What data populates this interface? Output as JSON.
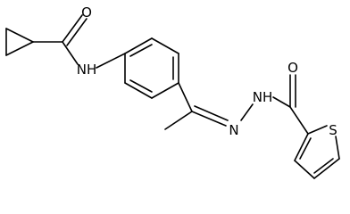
{
  "molecule": {
    "atom_labels": {
      "carbonyl_oxygen_left": "O",
      "amide_nh": "NH",
      "hydrazone_nh": "NH",
      "imine_nitrogen": "N",
      "carbonyl_oxygen_right": "O",
      "thiophene_sulfur": "S"
    }
  },
  "colors": {
    "bond": "#000000",
    "background": "#ffffff"
  }
}
